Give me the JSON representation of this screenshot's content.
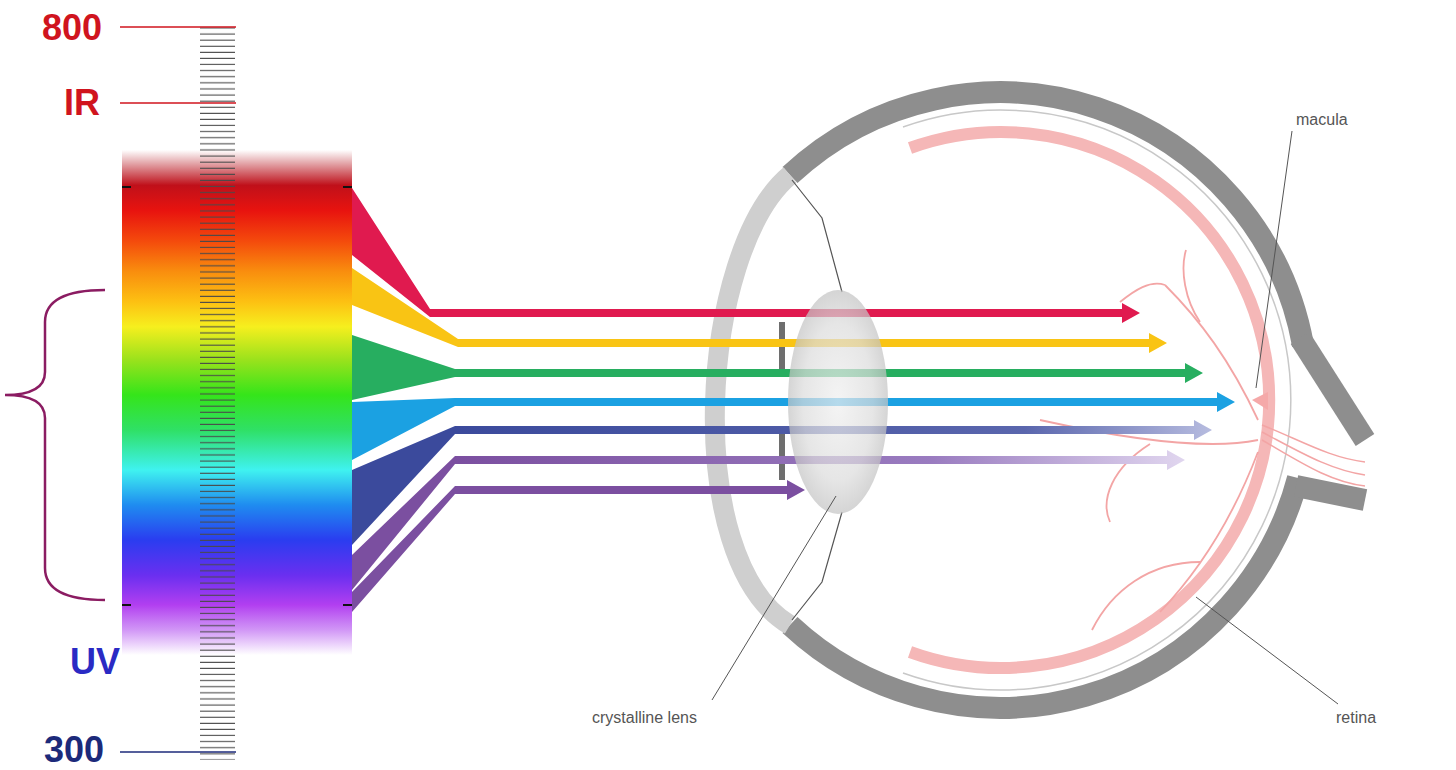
{
  "diagram": {
    "labels": [
      "800",
      "IR",
      "UV",
      "300",
      "macula",
      "crystalline lens",
      "retina"
    ]
  }
}
